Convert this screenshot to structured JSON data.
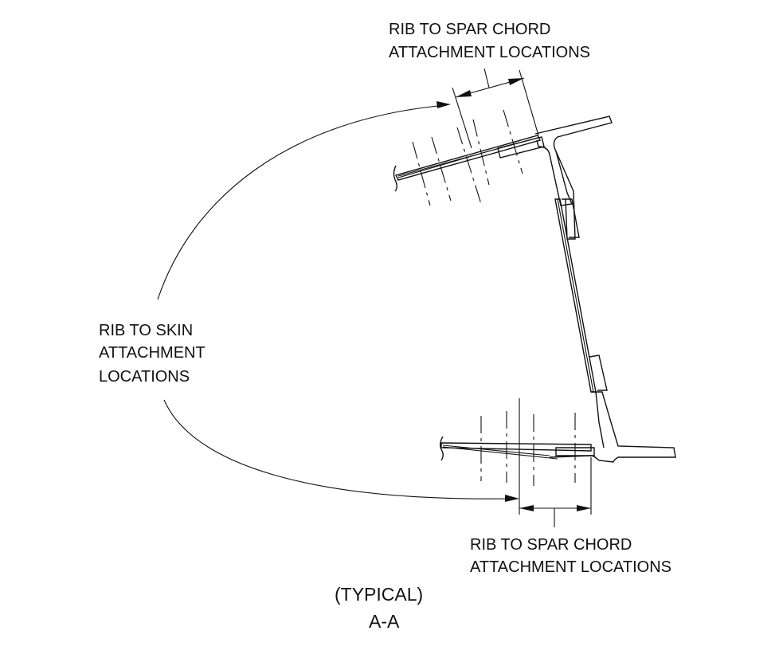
{
  "labels": {
    "top_callout_line1": "RIB TO SPAR CHORD",
    "top_callout_line2": "ATTACHMENT LOCATIONS",
    "left_callout_line1": "RIB TO SKIN",
    "left_callout_line2": "ATTACHMENT",
    "left_callout_line3": "LOCATIONS",
    "bottom_callout_line1": "RIB TO SPAR CHORD",
    "bottom_callout_line2": "ATTACHMENT LOCATIONS",
    "typical_note": "(TYPICAL)",
    "section_label": "A-A"
  },
  "colors": {
    "ink": "#111111",
    "background": "#ffffff"
  }
}
